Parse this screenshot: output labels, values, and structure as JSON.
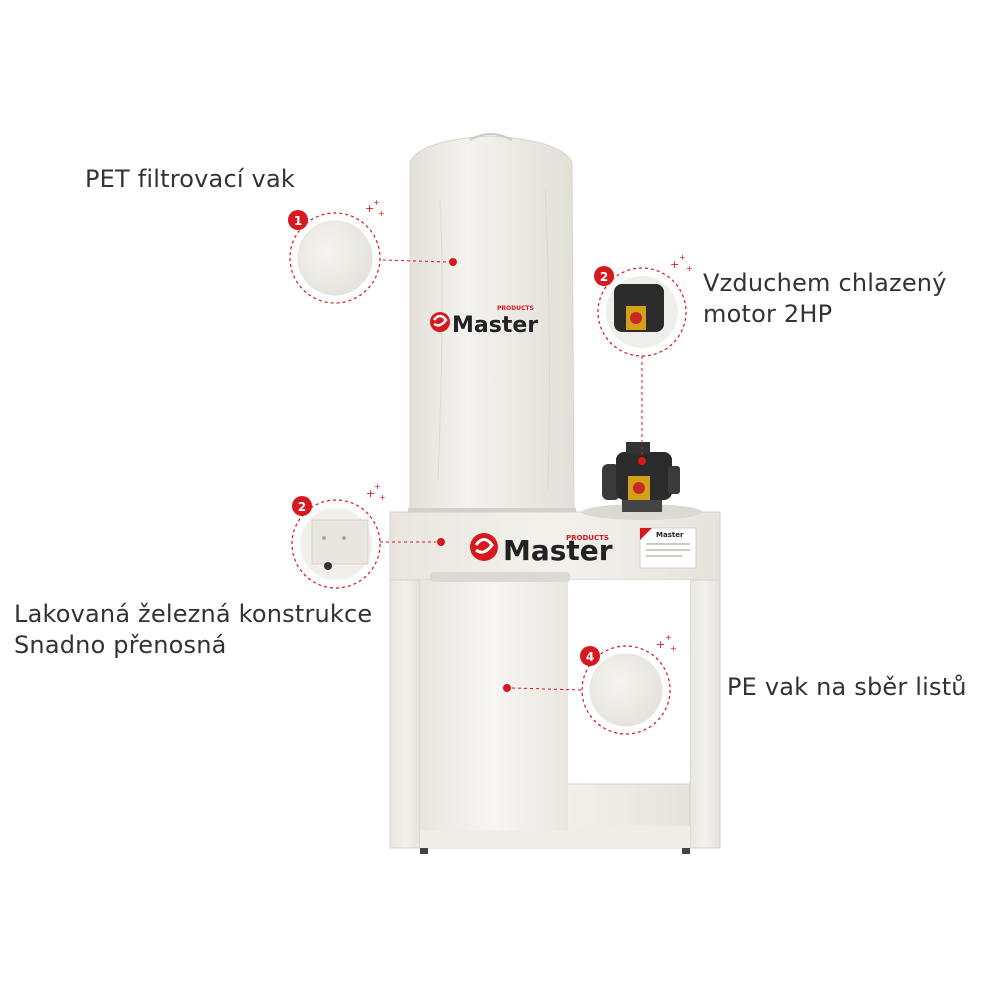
{
  "brand": {
    "logo_text": "Master",
    "logo_subtext": "PRODUCTS",
    "label_brand": "Master"
  },
  "colors": {
    "accent": "#d6181f",
    "frame": "#ece9e2",
    "bag": "#eeebe5",
    "text": "#333333"
  },
  "callouts": [
    {
      "number": "1",
      "lines": [
        "PET filtrovací vak"
      ]
    },
    {
      "number": "2",
      "lines": [
        "Vzduchem chlazený",
        "motor 2HP"
      ]
    },
    {
      "number": "2",
      "lines": [
        "Lakovaná železná konstrukce",
        "Snadno přenosná"
      ]
    },
    {
      "number": "4",
      "lines": [
        "PE vak na sběr listů"
      ]
    }
  ]
}
